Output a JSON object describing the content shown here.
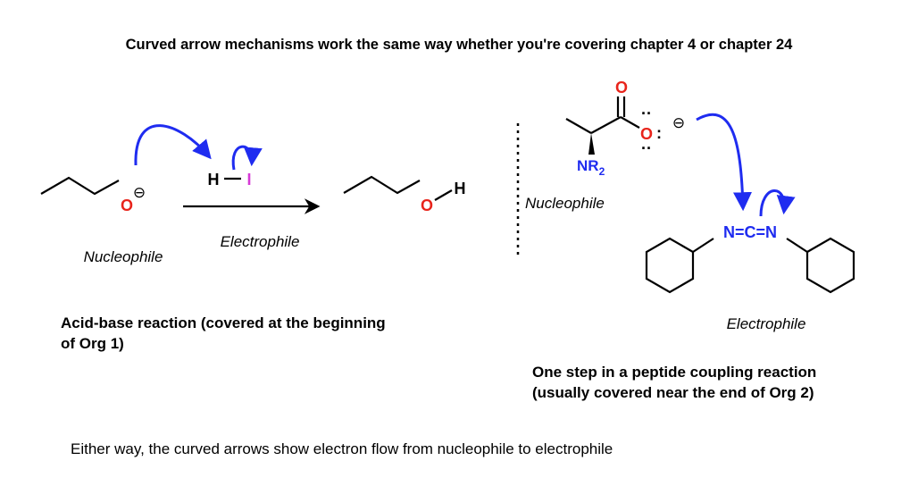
{
  "title": "Curved arrow mechanisms work the same way whether you're covering chapter 4 or chapter 24",
  "left_panel": {
    "nucleophile_label": "Nucleophile",
    "electrophile_label": "Electrophile",
    "oxygen_symbol": "O",
    "charge_symbol": "⊖",
    "hydrogen_symbol": "H",
    "iodine_symbol": "I",
    "product_oxygen_symbol": "O",
    "product_hydrogen_symbol": "H",
    "caption_line1": "Acid-base reaction (covered at the beginning",
    "caption_line2": "of Org 1)"
  },
  "right_panel": {
    "nucleophile_label": "Nucleophile",
    "electrophile_label": "Electrophile",
    "carbonyl_oxygen": "O",
    "carboxylate_oxygen": "O",
    "lone_pair_top": "··",
    "lone_pair_right": ":",
    "lone_pair_bottom": "··",
    "charge_symbol": "⊖",
    "amine_group": "NR",
    "amine_subscript": "2",
    "carbodiimide": "N=C=N",
    "caption_line1": "One step in a peptide coupling reaction",
    "caption_line2": "(usually covered near the end of Org 2)"
  },
  "footer": "Either way, the curved arrows show electron flow from nucleophile to electrophile",
  "colors": {
    "arrow_blue": "#1f2cf0",
    "oxygen_red": "#e8241b",
    "iodine_magenta": "#d639d6",
    "nitrogen_blue": "#1f2cf0",
    "bond_black": "#000000"
  }
}
